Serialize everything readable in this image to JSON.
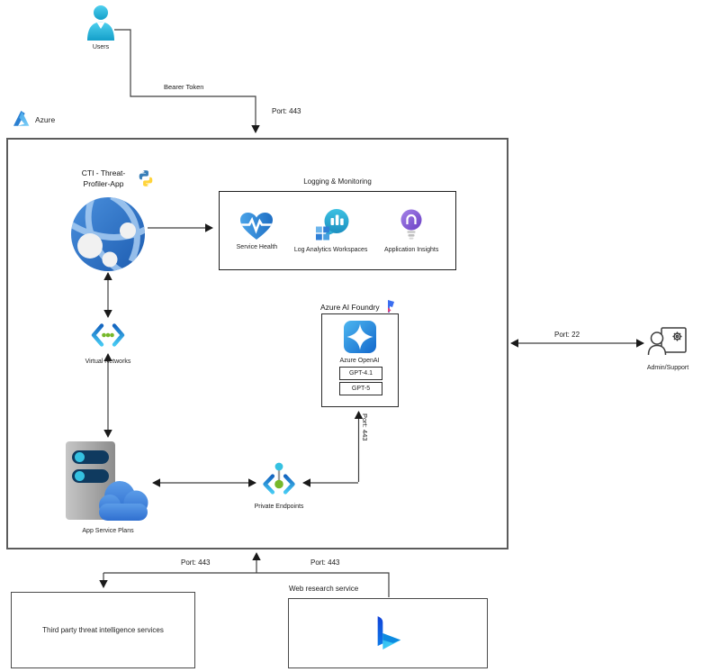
{
  "external": {
    "users": "Users",
    "bearer_token": "Bearer Token",
    "port_top": "Port: 443",
    "port_admin": "Port: 22",
    "admin": "Admin/Support",
    "port_bottom_left": "Port: 443",
    "port_bottom_right": "Port: 443",
    "third_party": "Third party threat intelligence services",
    "web_research": "Web research service"
  },
  "azure": {
    "label": "Azure",
    "app": {
      "name_line1": "CTI - Threat-",
      "name_line2": "Profiler-App"
    },
    "logging": {
      "title": "Logging & Monitoring",
      "items": [
        {
          "label": "Service Health",
          "icon": "heart-pulse-icon"
        },
        {
          "label": "Log Analytics Workspaces",
          "icon": "chart-bubble-icon"
        },
        {
          "label": "Application Insights",
          "icon": "lightbulb-icon"
        }
      ]
    },
    "virtual_networks": "Virtual Networks",
    "app_service_plans": "App Service Plans",
    "private_endpoints": "Private Endpoints",
    "ai_foundry": {
      "title": "Azure AI Foundry",
      "openai": "Azure OpenAI",
      "models": [
        {
          "label": "GPT-4.1"
        },
        {
          "label": "GPT-5"
        }
      ],
      "port": "Port: 443"
    }
  },
  "colors": {
    "user_cyan": "#2fb9dd",
    "azure_blue": "#2a7fd1",
    "globe_blue": "#2e6fc9",
    "heart_blue": "#2a7fd1",
    "analytics_teal": "#2aaed0",
    "insights_purple": "#8661d1",
    "chevron_blue": "#1565c0",
    "chevron_cyan": "#45c8f2",
    "dot_green": "#76b82a",
    "server_gray": "#9e9e9e",
    "pill_navy": "#0f3a5f",
    "cloud_blue": "#3f83d8",
    "openai_blue": "#1268cc",
    "bing_blue": "#0d7ae8",
    "line_gray": "#3f3f3f"
  }
}
